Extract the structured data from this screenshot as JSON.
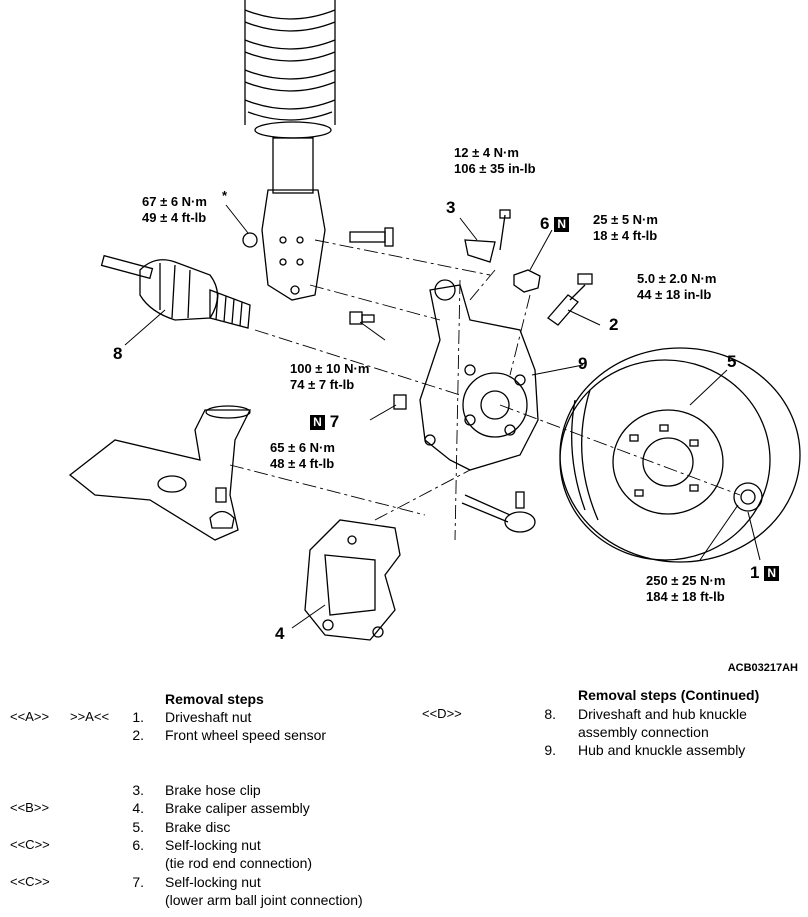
{
  "torques": {
    "t1": [
      "12 ± 4 N·m",
      "106 ± 35 in-lb"
    ],
    "t2": [
      "67 ± 6 N·m",
      "49 ± 4 ft-lb"
    ],
    "t2_star": "*",
    "t3": [
      "25 ± 5 N·m",
      "18 ± 4 ft-lb"
    ],
    "t4": [
      "5.0 ± 2.0 N·m",
      "44 ± 18 in-lb"
    ],
    "t5": [
      "100 ± 10 N·m",
      "74 ± 7 ft-lb"
    ],
    "t6": [
      "65 ± 6 N·m",
      "48 ± 4 ft-lb"
    ],
    "t7": [
      "250 ± 25 N·m",
      "184 ± 18 ft-lb"
    ]
  },
  "callouts": {
    "c1": "1",
    "c2": "2",
    "c3": "3",
    "c4": "4",
    "c5": "5",
    "c6": "6",
    "c7": "7",
    "c8": "8",
    "c9": "9",
    "n_mark": "N"
  },
  "figure_code": "ACB03217AH",
  "left_column": {
    "header": "Removal steps",
    "steps": [
      {
        "tags": [
          "<<A>>",
          ">>A<<"
        ],
        "idx": "1.",
        "text": [
          "Driveshaft nut"
        ]
      },
      {
        "tags": [],
        "idx": "2.",
        "text": [
          "Front wheel speed sensor"
        ]
      },
      {
        "tags": [],
        "idx": "3.",
        "text": [
          "Brake hose clip"
        ]
      },
      {
        "tags": [
          "<<B>>"
        ],
        "idx": "4.",
        "text": [
          "Brake caliper assembly"
        ]
      },
      {
        "tags": [],
        "idx": "5.",
        "text": [
          "Brake disc"
        ]
      },
      {
        "tags": [
          "<<C>>"
        ],
        "idx": "6.",
        "text": [
          "Self-locking nut",
          "(tie rod end connection)"
        ]
      },
      {
        "tags": [
          "<<C>>"
        ],
        "idx": "7.",
        "text": [
          "Self-locking nut",
          "(lower arm ball joint connection)"
        ]
      }
    ]
  },
  "right_column": {
    "header": "Removal steps (Continued)",
    "steps": [
      {
        "tags": [
          "<<D>>"
        ],
        "idx": "8.",
        "text": [
          "Driveshaft and hub knuckle",
          "assembly connection"
        ]
      },
      {
        "tags": [],
        "idx": "9.",
        "text": [
          "Hub and knuckle assembly"
        ]
      }
    ]
  }
}
